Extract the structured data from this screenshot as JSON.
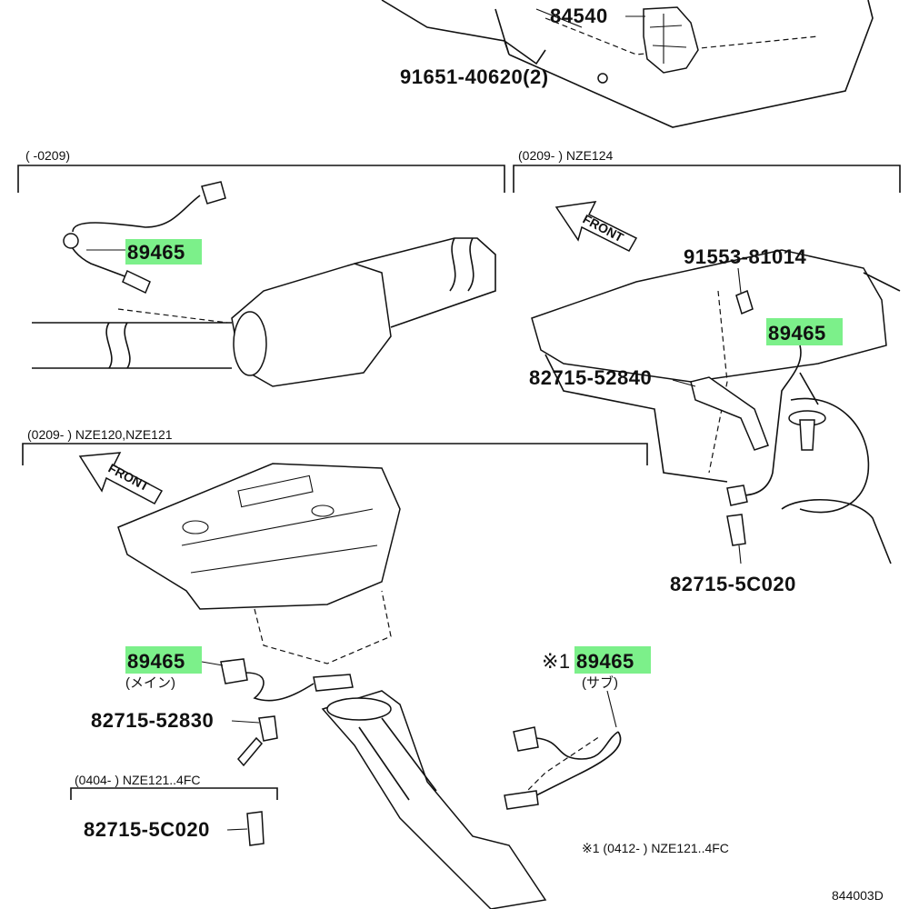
{
  "top": {
    "part_84540": "84540",
    "part_91651": "91651-40620(2)"
  },
  "section_left_top": {
    "bracket_label": "(    -0209)",
    "sensor_part": "89465"
  },
  "section_right_top": {
    "bracket_label": "(0209-      ) NZE124",
    "front_label": "FRONT",
    "part_91553": "91553-81014",
    "sensor_part": "89465",
    "part_82715_52840": "82715-52840",
    "part_82715_5c020": "82715-5C020"
  },
  "section_bottom": {
    "bracket_label": "(0209-      ) NZE120,NZE121",
    "front_label": "FRONT",
    "main_sensor_part": "89465",
    "main_sensor_note": "(メイン)",
    "part_82715_52830": "82715-52830",
    "sub_bracket_label": "(0404-      ) NZE121..4FC",
    "part_82715_5c020": "82715-5C020",
    "sub_sensor_prefix": "※1",
    "sub_sensor_part": "89465",
    "sub_sensor_note": "(サブ)",
    "footnote": "※1  (0412-      ) NZE121..4FC",
    "diagram_code": "844003D"
  },
  "colors": {
    "highlight": "#7cf08a",
    "ink": "#111111"
  }
}
